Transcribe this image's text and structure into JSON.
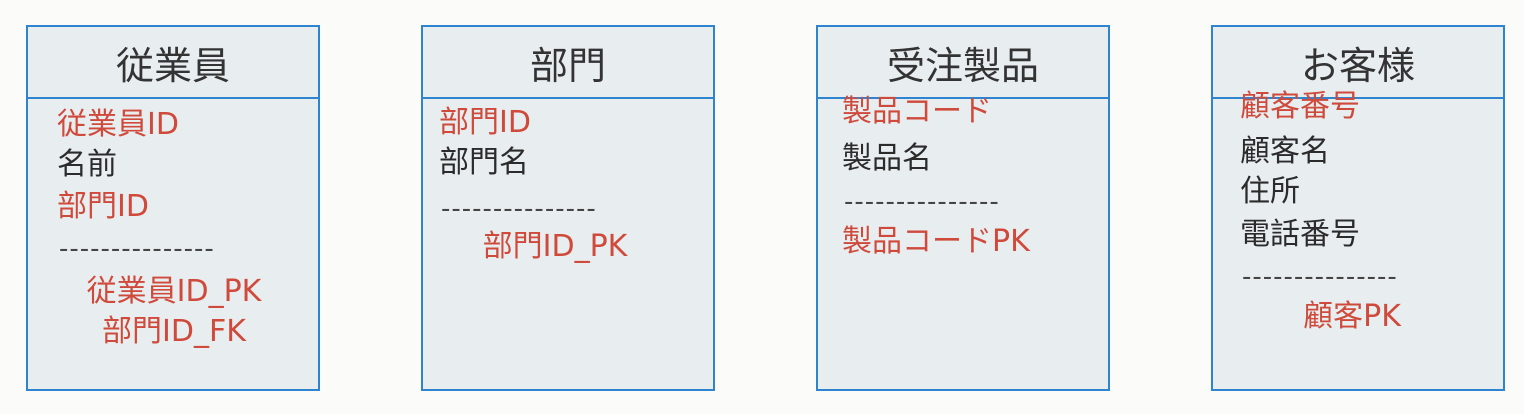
{
  "entities": [
    {
      "title": "従業員",
      "fields": [
        "従業員ID",
        "名前",
        "部門ID"
      ],
      "separator": "---------------",
      "keys": [
        "従業員ID_PK",
        "部門ID_FK"
      ]
    },
    {
      "title": "部門",
      "fields": [
        "部門ID",
        "部門名"
      ],
      "separator": "---------------",
      "keys": [
        "部門ID_PK"
      ]
    },
    {
      "title": "受注製品",
      "fields": [
        "製品コード",
        "製品名"
      ],
      "separator": "---------------",
      "keys": [
        "製品コードPK"
      ]
    },
    {
      "title": "お客様",
      "fields": [
        "顧客番号",
        "顧客名",
        "住所",
        "電話番号"
      ],
      "separator": "---------------",
      "keys": [
        "顧客PK"
      ]
    }
  ],
  "colors": {
    "border": "#2f84cf",
    "fill": "#e8eef0",
    "key_text": "#d04a3b",
    "text": "#2b2b2b"
  }
}
